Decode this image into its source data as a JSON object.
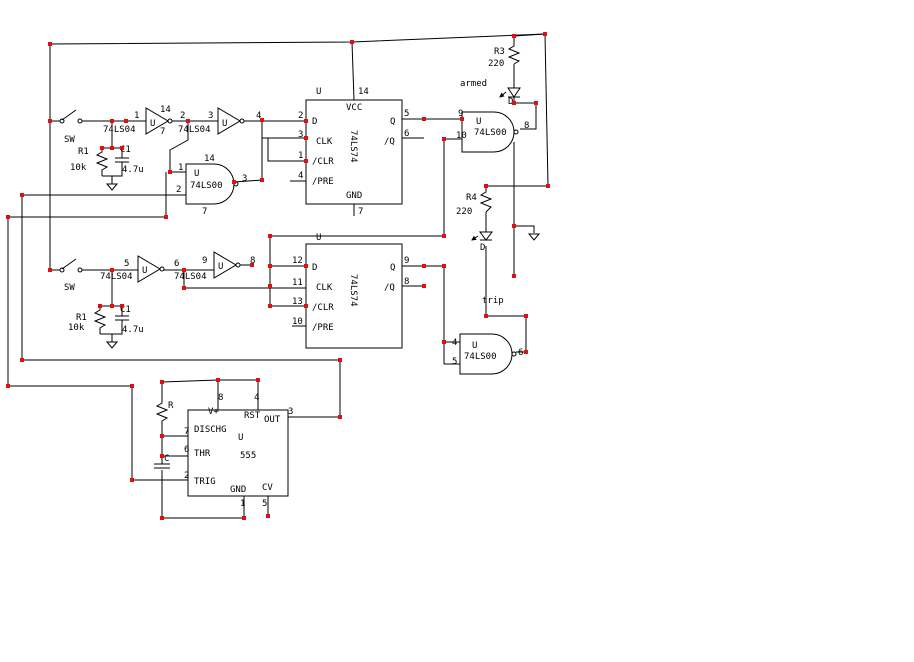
{
  "colors": {
    "wire": "#000000",
    "node": "#e01010",
    "background": "#ffffff"
  },
  "ic": {
    "ff1": {
      "unit": "U",
      "vcc": "VCC",
      "gnd": "GND",
      "part": "74LS74",
      "d": "D",
      "clk": "CLK",
      "clr": "/CLR",
      "pre": "/PRE",
      "q": "Q",
      "qn": "/Q",
      "pins": {
        "d": "2",
        "clk": "3",
        "clr": "1",
        "pre": "4",
        "q": "5",
        "qn": "6",
        "vcc": "14",
        "gnd": "7"
      }
    },
    "ff2": {
      "unit": "U",
      "part": "74LS74",
      "d": "D",
      "clk": "CLK",
      "clr": "/CLR",
      "pre": "/PRE",
      "q": "Q",
      "qn": "/Q",
      "pins": {
        "d": "12",
        "clk": "11",
        "clr": "13",
        "pre": "10",
        "q": "9",
        "qn": "8"
      }
    },
    "timer": {
      "unit": "U",
      "part": "555",
      "vplus": "V+",
      "rst": "RST",
      "out": "OUT",
      "disch": "DISCHG",
      "thr": "THR",
      "trig": "TRIG",
      "gnd": "GND",
      "cv": "CV",
      "pins": {
        "vplus": "8",
        "rst": "4",
        "out": "3",
        "disch": "7",
        "thr": "6",
        "trig": "2",
        "gnd": "1",
        "cv": "5"
      }
    }
  },
  "gates": {
    "inv1": {
      "unit": "U",
      "part": "74LS04",
      "pin_in": "1",
      "pin_out": "2",
      "pin_vcc": "14",
      "pin_gnd": "7"
    },
    "inv2": {
      "unit": "U",
      "part": "74LS04",
      "pin_in": "3",
      "pin_out": "4"
    },
    "inv3": {
      "unit": "U",
      "part": "74LS04",
      "pin_in": "5",
      "pin_out": "6"
    },
    "inv4": {
      "unit": "U",
      "part": "74LS04",
      "pin_in": "9",
      "pin_out": "8"
    },
    "nand1": {
      "unit": "U",
      "part": "74LS00",
      "pin_a": "1",
      "pin_b": "2",
      "pin_out": "3",
      "pin_vcc": "14",
      "pin_gnd": "7"
    },
    "nand2": {
      "unit": "U",
      "part": "74LS00",
      "pin_a": "9",
      "pin_b": "10",
      "pin_out": "8"
    },
    "nand3": {
      "unit": "U",
      "part": "74LS00",
      "pin_a": "4",
      "pin_b": "5",
      "pin_out": "6"
    }
  },
  "components": {
    "sw1": "SW",
    "sw2": "SW",
    "r1a_name": "R1",
    "r1a_value": "10k",
    "c1a_name": "C1",
    "c1a_value": "4.7u",
    "r1b_name": "R1",
    "r1b_value": "10k",
    "c1b_name": "C1",
    "c1b_value": "4.7u",
    "r3_name": "R3",
    "r3_value": "220",
    "r4_name": "R4",
    "r4_value": "220",
    "led1": "D",
    "led2": "D",
    "r_timer": "R",
    "c_timer": "C"
  },
  "labels": {
    "armed": "armed",
    "trip": "trip"
  }
}
